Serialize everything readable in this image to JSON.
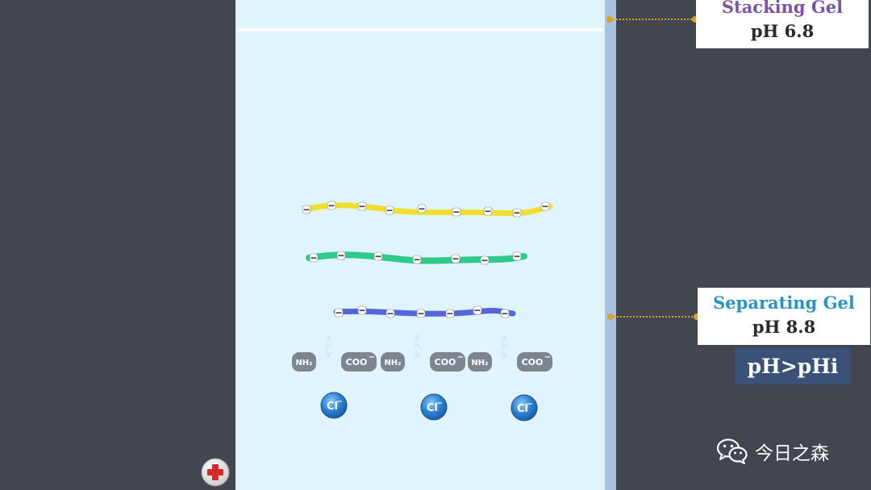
{
  "stacking_gel": {
    "name": "Stacking Gel",
    "ph": "pH 6.8"
  },
  "separating_gel": {
    "name": "Separating Gel",
    "ph": "pH 8.8"
  },
  "condition": "pH>pHi",
  "glycine_labels": {
    "amino": "NH₂",
    "carboxyl": "COO",
    "charge": "−",
    "chain": "H–C–H"
  },
  "chloride_label": "Cl",
  "chloride_charge": "−",
  "protein_charge": "−",
  "watermark": "今日之森",
  "colors": {
    "background": "#41464f",
    "gel": "#dff4fd",
    "gel_edge": "#a9c2e3",
    "band_yellow": "#f1df2f",
    "band_green": "#2fc98c",
    "band_blue": "#5566dd",
    "chloride": "#2b7fd4",
    "leader_line": "#e0a02a",
    "positive_electrode": "#d8262c"
  },
  "icons": [
    "wechat-icon",
    "plus-icon"
  ]
}
